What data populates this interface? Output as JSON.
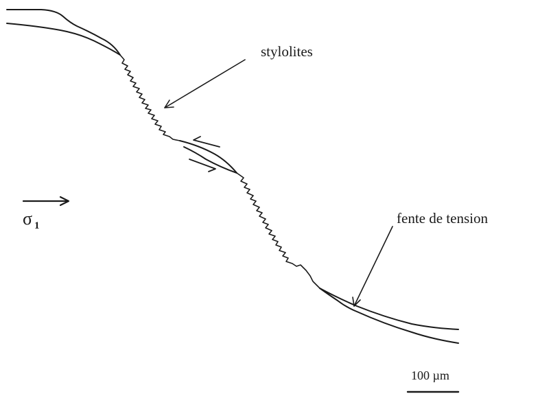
{
  "labels": {
    "stylolites": "stylolites",
    "tension_gash": "fente de tension",
    "stress": "σ",
    "stress_subscript": "1",
    "scale": "100 µm"
  },
  "colors": {
    "ink": "#1a1a1a",
    "background": "#ffffff"
  }
}
